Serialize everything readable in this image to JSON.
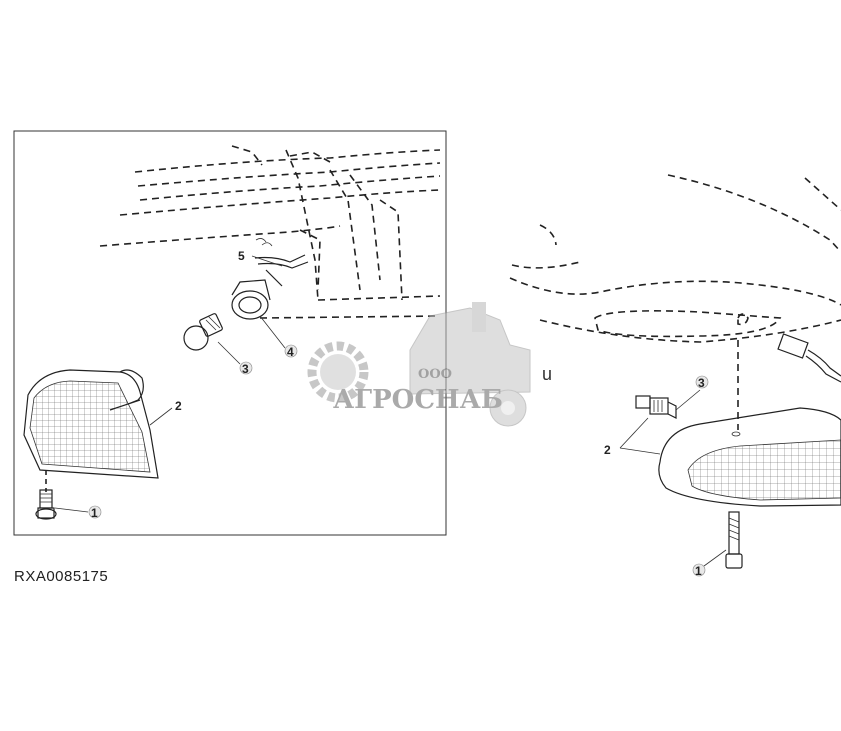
{
  "figure_code": "RXA0085175",
  "stray_letter": "u",
  "watermark": {
    "company_prefix": "ООО",
    "company_name": "АГРОСНАБ"
  },
  "left_panel": {
    "callouts": [
      "5",
      "4",
      "3",
      "2",
      "1"
    ]
  },
  "right_panel": {
    "callouts": [
      "3",
      "2",
      "1"
    ]
  },
  "colors": {
    "ink": "#222222",
    "watermark": "#b8b8b8"
  }
}
